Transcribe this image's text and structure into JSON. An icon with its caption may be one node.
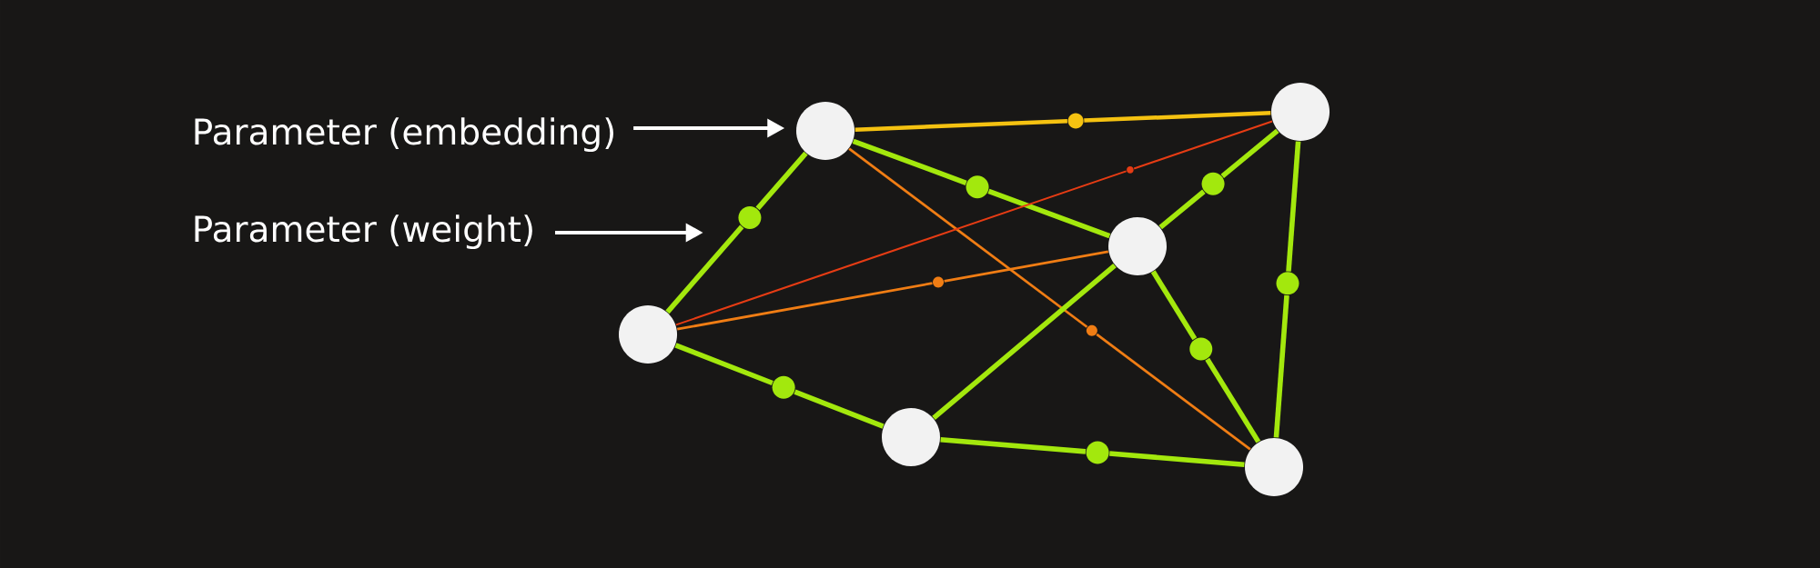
{
  "diagram": {
    "nodes": [
      {
        "text": [
          "Parameter (embedding)"
        ]
      },
      {
        "text": [
          "Parameter (weight)"
        ]
      },
      {
        "text": [],
        "shape": "circle"
      },
      {
        "text": [],
        "shape": "circle"
      },
      {
        "text": [],
        "shape": "circle"
      },
      {
        "text": [],
        "shape": "circle"
      },
      {
        "text": [],
        "shape": "circle"
      },
      {
        "text": [],
        "shape": "circle"
      },
      {
        "text": [],
        "shape": "circle"
      },
      {
        "text": [],
        "shape": "circle"
      },
      {
        "text": [],
        "shape": "circle"
      },
      {
        "text": [],
        "shape": "circle"
      },
      {
        "text": [],
        "shape": "circle"
      },
      {
        "text": [],
        "shape": "circle"
      },
      {
        "text": [],
        "shape": "circle"
      },
      {
        "text": [],
        "shape": "circle"
      },
      {
        "text": [],
        "shape": "circle"
      },
      {
        "text": [],
        "shape": "circle"
      },
      {
        "text": [],
        "shape": "circle"
      }
    ],
    "edges": [
      {
        "from": 0,
        "to": 2,
        "arrow": "to",
        "color": "#ffffff"
      },
      {
        "from": 1,
        "to": 8,
        "arrow": "to",
        "color": "#ffffff"
      },
      {
        "from": 2,
        "to": 8,
        "arrow": "none"
      },
      {
        "from": 8,
        "to": 5,
        "arrow": "none"
      },
      {
        "from": 2,
        "to": 9,
        "arrow": "none",
        "color": "#f5c211"
      },
      {
        "from": 9,
        "to": 3,
        "arrow": "none",
        "color": "#f5c211"
      },
      {
        "from": 2,
        "to": 10,
        "arrow": "none"
      },
      {
        "from": 10,
        "to": 4,
        "arrow": "none"
      },
      {
        "from": 2,
        "to": 11,
        "arrow": "none",
        "color": "#f07d14"
      },
      {
        "from": 11,
        "to": 7,
        "arrow": "none",
        "color": "#f07d14"
      },
      {
        "from": 5,
        "to": 12,
        "arrow": "none",
        "color": "#e63c14"
      },
      {
        "from": 12,
        "to": 3,
        "arrow": "none",
        "color": "#e63c14"
      },
      {
        "from": 5,
        "to": 13,
        "arrow": "none",
        "color": "#f07d14"
      },
      {
        "from": 13,
        "to": 4,
        "arrow": "none",
        "color": "#f07d14"
      },
      {
        "from": 5,
        "to": 14,
        "arrow": "none"
      },
      {
        "from": 14,
        "to": 6,
        "arrow": "none"
      },
      {
        "from": 6,
        "to": 4,
        "arrow": "none"
      },
      {
        "from": 4,
        "to": 15,
        "arrow": "none"
      },
      {
        "from": 15,
        "to": 3,
        "arrow": "none"
      },
      {
        "from": 4,
        "to": 16,
        "arrow": "none"
      },
      {
        "from": 16,
        "to": 7,
        "arrow": "none"
      },
      {
        "from": 3,
        "to": 17,
        "arrow": "none"
      },
      {
        "from": 17,
        "to": 7,
        "arrow": "none"
      },
      {
        "from": 6,
        "to": 18,
        "arrow": "none"
      },
      {
        "from": 18,
        "to": 7,
        "arrow": "none"
      }
    ]
  }
}
